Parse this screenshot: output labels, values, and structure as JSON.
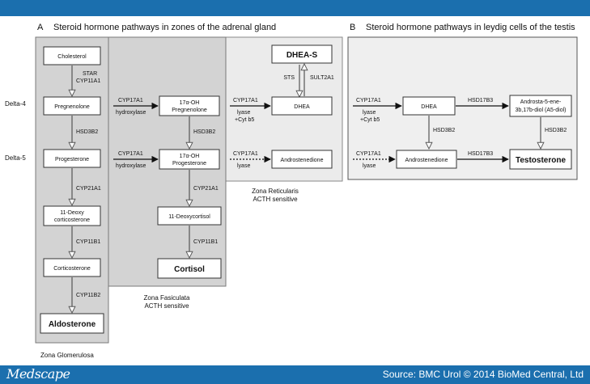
{
  "panel_a": {
    "letter": "A",
    "title": "Steroid hormone pathways in zones of the adrenal gland",
    "row_labels": {
      "delta4": "Delta-4",
      "delta5": "Delta-5"
    },
    "zone_glomerulosa": "Zona Glomerulosa",
    "zone_fasciculata": {
      "line1": "Zona Fasiculata",
      "line2": "ACTH sensitive"
    },
    "zone_reticularis": {
      "line1": "Zona Reticularis",
      "line2": "ACTH sensitive"
    },
    "nodes": {
      "cholesterol": "Cholesterol",
      "pregnenolone": "Pregnenolone",
      "progesterone": "Progesterone",
      "deoxycorticosterone": {
        "line1": "11-Deoxy",
        "line2": "corticosterone"
      },
      "corticosterone": "Corticosterone",
      "aldosterone": "Aldosterone",
      "oh_pregnenolone": {
        "line1": "17α-OH",
        "line2": "Pregnenolone"
      },
      "oh_progesterone": {
        "line1": "17α-OH",
        "line2": "Progesterone"
      },
      "deoxycortisol": "11-Deoxycortisol",
      "cortisol": "Cortisol",
      "dheas": "DHEA-S",
      "dhea": "DHEA",
      "androstenedione": "Androstenedione"
    },
    "enzymes": {
      "star": "STAR",
      "cyp11a1": "CYP11A1",
      "hsd3b2": "HSD3B2",
      "cyp21a1": "CYP21A1",
      "cyp11b1": "CYP11B1",
      "cyp11b2": "CYP11B2",
      "cyp17a1": "CYP17A1",
      "hydroxylase": "hydroxylase",
      "lyase": "lyase",
      "cyt_b5": "+Cyt b5",
      "sts": "STS",
      "sult2a1": "SULT2A1"
    }
  },
  "panel_b": {
    "letter": "B",
    "title": "Steroid hormone pathways in leydig cells of the testis",
    "nodes": {
      "dhea": "DHEA",
      "androstenedione": "Androstenedione",
      "androstadiol": {
        "line1": "Androsta-5-ene-",
        "line2": "3b,17b-diol (A5-diol)"
      },
      "testosterone": "Testosterone"
    },
    "enzymes": {
      "cyp17a1": "CYP17A1",
      "lyase": "lyase",
      "cyt_b5": "+Cyt b5",
      "hsd3b2": "HSD3B2",
      "hsd17b3": "HSD17B3"
    }
  },
  "footer": {
    "brand": "Medscape",
    "source": "Source: BMC Urol © 2014 BioMed Central, Ltd"
  },
  "colors": {
    "band": "#1b6fae",
    "zone_dark": "#d3d3d3",
    "zone_light": "#ebebeb"
  }
}
